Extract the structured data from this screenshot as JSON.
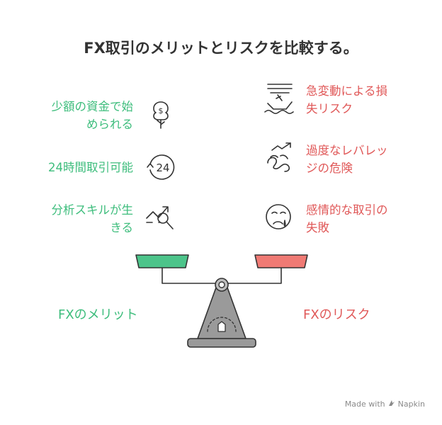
{
  "title": "FX取引のメリットとリスクを比較する。",
  "merits": {
    "label": "FXのメリット",
    "color": "#3dbd7c",
    "items": [
      {
        "line1": "少額の資金で始",
        "line2": "められる",
        "icon": "money-tree-icon"
      },
      {
        "line1": "24時間取引可能",
        "line2": "",
        "icon": "clock-24-icon"
      },
      {
        "line1": "分析スキルが生",
        "line2": "きる",
        "icon": "chart-magnifier-icon"
      }
    ]
  },
  "risks": {
    "label": "FXのリスク",
    "color": "#e05858",
    "items": [
      {
        "line1": "急変動による損",
        "line2": "失リスク",
        "icon": "sinking-ship-icon"
      },
      {
        "line1": "過度なレバレッ",
        "line2": "ジの危険",
        "icon": "rollercoaster-icon"
      },
      {
        "line1": "感情的な取引の",
        "line2": "失敗",
        "icon": "sad-face-icon"
      }
    ]
  },
  "footer": {
    "text": "Made with",
    "brand": "Napkin"
  }
}
